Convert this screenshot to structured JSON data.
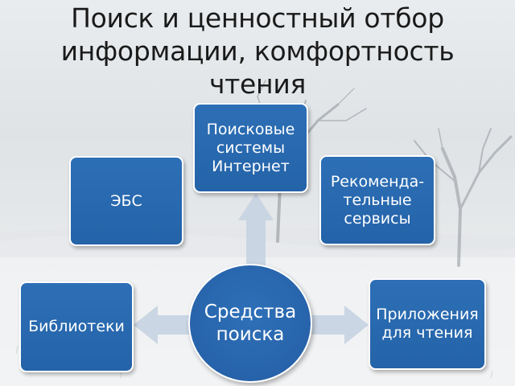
{
  "title": {
    "line1": "Поиск и ценностный отбор",
    "line2": "информации, комфортность",
    "line3": "чтения"
  },
  "center": {
    "line1": "Средства",
    "line2": "поиска"
  },
  "nodes": {
    "search_systems": {
      "line1": "Поисковые",
      "line2": "системы",
      "line3": "Интернет"
    },
    "ebs": {
      "line1": "ЭБС"
    },
    "recommendation": {
      "line1": "Рекоменда-",
      "line2": "тельные",
      "line3": "сервисы"
    },
    "libraries": {
      "line1": "Библиотеки"
    },
    "reading_apps": {
      "line1": "Приложения",
      "line2": "для чтения"
    }
  },
  "colors": {
    "box_fill": "#2a68ae",
    "box_border": "#ffffff",
    "arrow_fill": "#c5d3e2"
  }
}
